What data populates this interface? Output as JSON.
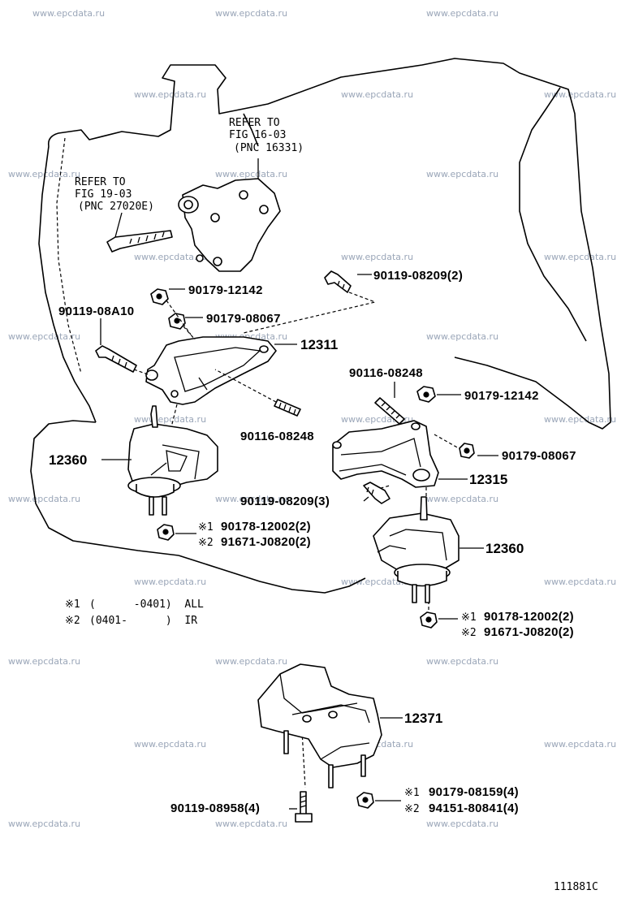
{
  "watermark": "www.epcdata.ru",
  "diagram_id": "111881C",
  "refs": [
    {
      "line1": "REFER TO",
      "line2": "FIG 16-03",
      "line3": "(PNC 16331)"
    },
    {
      "line1": "REFER TO",
      "line2": "FIG 19-03",
      "line3": "(PNC 27020E)"
    }
  ],
  "labels": {
    "p90119_08209_2": "90119-08209(2)",
    "p90179_12142_a": "90179-12142",
    "p90119_08A10": "90119-08A10",
    "p90179_08067_a": "90179-08067",
    "p12311": "12311",
    "p90116_08248_a": "90116-08248",
    "p90179_12142_b": "90179-12142",
    "p12360_a": "12360",
    "p90116_08248_b": "90116-08248",
    "p90179_08067_b": "90179-08067",
    "p12315": "12315",
    "p90119_08209_3": "90119-08209(3)",
    "p90178_12002_a": "90178-12002(2)",
    "p91671_J0820_a": "91671-J0820(2)",
    "p12360_b": "12360",
    "p90178_12002_b": "90178-12002(2)",
    "p91671_J0820_b": "91671-J0820(2)",
    "p12371": "12371",
    "p90179_08159": "90179-08159(4)",
    "p94151_80841": "94151-80841(4)",
    "p90119_08958": "90119-08958(4)",
    "m1": "※1",
    "m2": "※2"
  },
  "notes": [
    {
      "mark": "※1",
      "text": "(      -0401)  ALL"
    },
    {
      "mark": "※2",
      "text": "(0401-      )  IR"
    }
  ]
}
